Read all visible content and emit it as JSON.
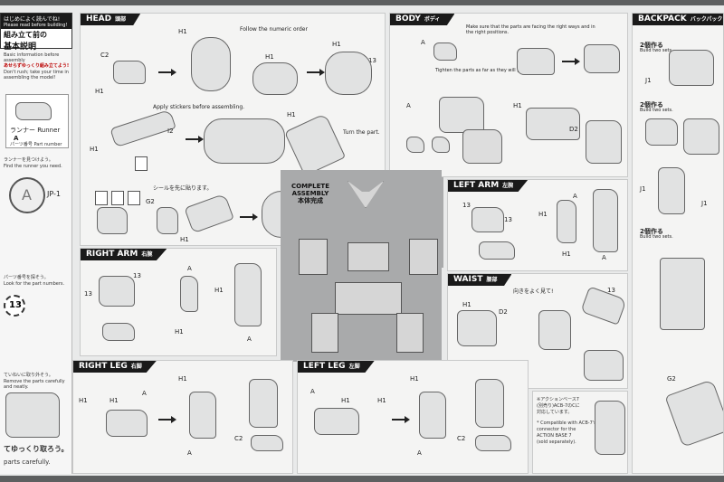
{
  "left_column": {
    "read_first_jp": "はじめによく読んでね!",
    "read_first_en": "Please read before building!",
    "basic_title_jp1": "組み立て前の",
    "basic_title_jp2": "基本説明",
    "basic_title_en": "Basic information before assembly",
    "rush_jp": "あせらずゆっくり組み立てよう!",
    "rush_en": "Don't rush; take your time in assembling the model!",
    "runner_jp": "ランナー",
    "runner_en": "Runner",
    "parts_num_jp": "パーツ番号",
    "parts_num_en": "Part number",
    "find_runner_jp": "ランナーを見つけよう。",
    "find_runner_en": "Find the runner you need.",
    "runner_letter": "A",
    "runner_code": "JP-1",
    "find_parts_jp": "パーツ番号を探そう。",
    "find_parts_en": "Look for the part numbers.",
    "part_13": "13",
    "remove_jp": "ていねいに取り外そう。",
    "remove_en": "Remove the parts carefully and neatly.",
    "careful_jp": "てゆっくり取ろう。",
    "careful_en": "parts carefully."
  },
  "sections": {
    "head": {
      "title": "HEAD",
      "jp": "頭部"
    },
    "body": {
      "title": "BODY",
      "jp": "ボディ"
    },
    "backpack": {
      "title": "BACKPACK",
      "jp": "バックパック"
    },
    "right_arm": {
      "title": "RIGHT ARM",
      "jp": "右腕"
    },
    "left_arm": {
      "title": "LEFT ARM",
      "jp": "左腕"
    },
    "waist": {
      "title": "WAIST",
      "jp": "腰部"
    },
    "right_leg": {
      "title": "RIGHT LEG",
      "jp": "右脚"
    },
    "left_leg": {
      "title": "LEFT LEG",
      "jp": "左脚"
    },
    "complete": {
      "title1": "COMPLETE",
      "title2": "ASSEMBLY",
      "jp": "本体完成"
    }
  },
  "head_labels": {
    "h1_1": "H1",
    "c2": "C2",
    "h1_19": "H1",
    "h1_11": "H1",
    "h1_21": "H1",
    "n13": "13",
    "h1_4": "H1",
    "i2": "I2",
    "h1_5": "H1",
    "g2": "G2",
    "h1_8": "H1",
    "stickers_note": "Apply stickers before assembling.",
    "stickers_note_jp": "シールを先に貼ります。",
    "numeric_order": "Follow the numeric order",
    "turn_note": "Turn the part."
  },
  "body_labels": {
    "a12": "A",
    "a10": "A",
    "h1_11": "H1",
    "d2": "D2",
    "note1": "Make sure that the parts are facing the right ways and in the right positions.",
    "note2": "Tighten the parts as far as they will go."
  },
  "backpack_labels": {
    "build_two": "Build two sets.",
    "build_two_jp": "2個作る",
    "j1_a": "J1",
    "j1_b": "J1",
    "j1_c": "J1",
    "g2": "G2"
  },
  "right_arm_labels": {
    "a3": "A",
    "n13_a": "13",
    "n13_b": "13",
    "h1_9": "H1",
    "h1_7": "H1",
    "a8": "A"
  },
  "left_arm_labels": {
    "a3": "A",
    "n13_a": "13",
    "n13_b": "13",
    "h1_8": "H1",
    "h1_6": "H1",
    "a9": "A"
  },
  "waist_labels": {
    "h1_12": "H1",
    "d2": "D2",
    "n13": "13",
    "direction": "向きをよく見て!"
  },
  "right_leg_labels": {
    "h1_15": "H1",
    "h1_18": "H1",
    "a6": "A",
    "h1_3": "H1",
    "a4": "A",
    "c2": "C2"
  },
  "left_leg_labels": {
    "a7": "A",
    "h1_17": "H1",
    "h1_16": "H1",
    "h1_3": "H1",
    "a4": "A",
    "c2": "C2"
  },
  "action_base": {
    "jp1": "※アクションベース7",
    "jp2": "(別売り)ACB-7のCに",
    "jp3": "対応しています。",
    "en1": "* Compatible with ACB-7's",
    "en2": "connector for the",
    "en3": "ACTION BASE 7",
    "en4": "(sold separately)."
  },
  "colors": {
    "sheet": "#e9eaea",
    "panel": "#f4f4f3",
    "header": "#1a1a1a",
    "background": "#5d5f60",
    "center_gray": "#a9aaab"
  }
}
